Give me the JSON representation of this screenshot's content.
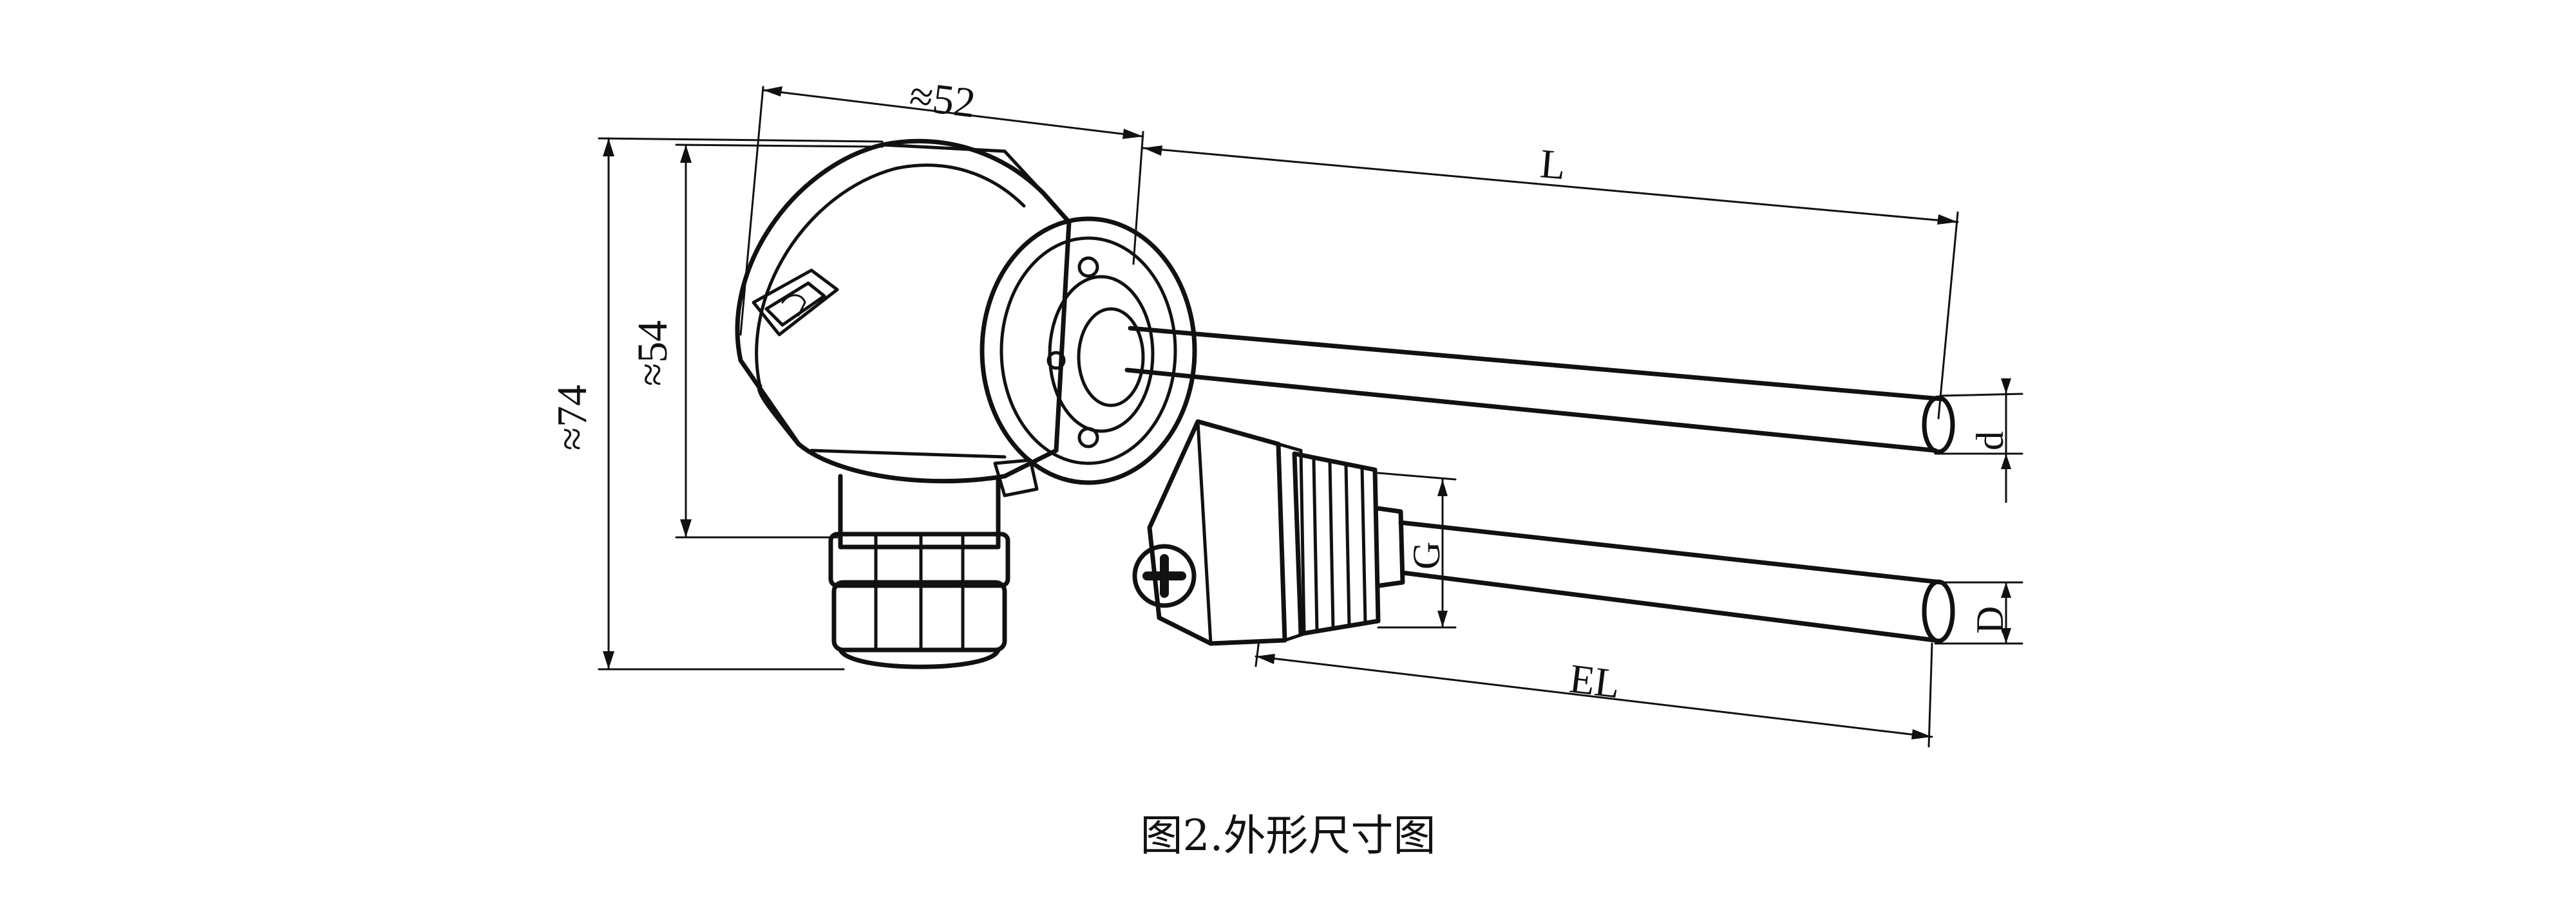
{
  "labels": {
    "width_head": "≈52",
    "height_total": "≈74",
    "height_head": "≈54",
    "length": "L",
    "insert_length": "EL",
    "tube_diameter": "d",
    "sheath_diameter": "D",
    "thread": "G"
  },
  "caption": "图2.外形尺寸图"
}
